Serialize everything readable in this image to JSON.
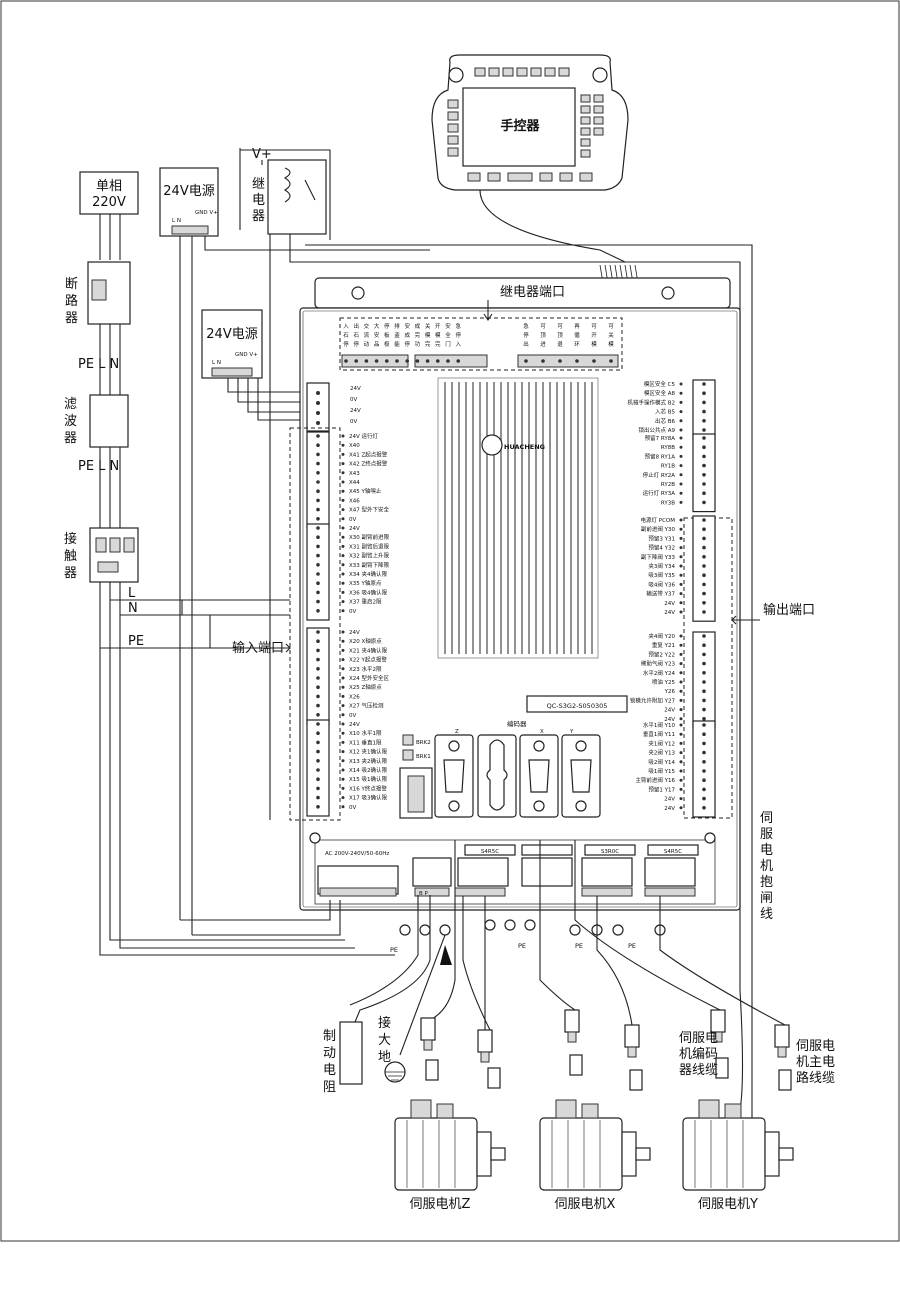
{
  "labels": {
    "pendant": "手控器",
    "single_phase_line1": "单相",
    "single_phase_line2": "220V",
    "psu_24v_top": "24V电源",
    "psu_24v_top_pins1": "GND V+",
    "psu_24v_top_pins2": "L N",
    "psu_24v_mid": "24V电源",
    "psu_24v_mid_pins1": "GND V+",
    "psu_24v_mid_pins2": "L N",
    "v_plus": "V+",
    "relay": [
      "继",
      "电",
      "器"
    ],
    "breaker": [
      "断",
      "路",
      "器"
    ],
    "filter": [
      "滤",
      "波",
      "器"
    ],
    "contactor": [
      "接",
      "触",
      "器"
    ],
    "pe_l_n_1": "PE  L  N",
    "pe_l_n_2": "PE  L  N",
    "line_L": "L",
    "line_N": "N",
    "line_PE": "PE",
    "relay_port": "继电器端口",
    "input_port": "输入端口",
    "output_port": "输出端口",
    "brand": "HUACHENG",
    "model": "QC-S3G2-S050305",
    "encoder": "编码器",
    "ac_input": "AC 200V-240V/50-60Hz",
    "br_label": "B  P",
    "brake_resistor": [
      "制",
      "动",
      "电",
      "阻"
    ],
    "ground": [
      "接",
      "大",
      "地"
    ],
    "servo_brake_line": [
      "伺",
      "服",
      "电",
      "机",
      "抱",
      "闸",
      "线"
    ],
    "encoder_cable": [
      "伺服电",
      "机编码",
      "器线缆"
    ],
    "main_cable": [
      "伺服电",
      "机主电",
      "路线缆"
    ],
    "motor_z": "伺服电机Z",
    "motor_x": "伺服电机X",
    "motor_y": "伺服电机Y",
    "pe_marks": [
      "PE",
      "PE",
      "PE",
      "PE"
    ],
    "drive_labels": [
      "S4R5C",
      "S3R0C",
      "S4R5C"
    ],
    "axis_labels": [
      "Z",
      "X",
      "Y"
    ],
    "brk_labels": [
      "BRK2",
      "BRK1"
    ]
  },
  "top_relay_cols": [
    "入\n石\n停",
    "出\n石\n停",
    "交\n流\n动",
    "大\n安\n品",
    "停\n板\n极",
    "排\n盗\n能",
    "安\n成\n停",
    "成\n完\n功",
    "关\n模\n完",
    "开\n模\n完",
    "安\n全\n门",
    "急\n停\n入"
  ],
  "top_relay_cols_right": [
    "急\n停\n出",
    "可\n顶\n进",
    "可\n顶\n退",
    "再\n循\n环",
    "可\n开\n模",
    "可\n关\n模"
  ],
  "power_pins": [
    "24V",
    "0V",
    "24V",
    "0V"
  ],
  "input_group1": [
    "24V 运行灯",
    "X40",
    "X41 Z起点报警",
    "X42 Z终点报警",
    "X43",
    "X44",
    "X45 Y轴嘿止",
    "X46",
    "X47 型外下安全",
    "0V"
  ],
  "input_group2": [
    "24V",
    "X30 副臂前进限",
    "X31 副臂后退限",
    "X32 副臂上升限",
    "X33 副臂下降限",
    "X34 夹4确认限",
    "X35 Y轴原点",
    "X36 吸4确认限",
    "X37 重启2限",
    "0V"
  ],
  "input_group3": [
    "24V",
    "X20 X轴原点",
    "X21 夹4确认限",
    "X22 Y起点报警",
    "X23 水平2限",
    "X24 型外安全区",
    "X25 Z轴原点",
    "X26",
    "X27 气压检测",
    "0V"
  ],
  "input_group4": [
    "24V",
    "X10 水平1限",
    "X11 垂直1限",
    "X12 夹1确认限",
    "X13 夹2确认限",
    "X14 吸2确认限",
    "X15 吸1确认限",
    "X16 Y终点报警",
    "X17 吸3确认限",
    "0V"
  ],
  "output_group1": [
    "模区安全 C5",
    "模区安全 A8",
    "机械手操作模式 B2",
    "入芯 B5",
    "出芯 B6",
    "锁出公共点 A9"
  ],
  "output_group2": [
    "预留7 RY8A",
    "RY8B",
    "预留8 RY1A",
    "RY1B",
    "停止灯 RY2A",
    "RY2B",
    "运行灯 RY3A",
    "RY3B"
  ],
  "output_group3": [
    "电源灯 PCOM",
    "副前进阀 Y30",
    "预留3 Y31",
    "预留4 Y32",
    "副下降阀 Y33",
    "夹3阀 Y34",
    "吸3阀 Y35",
    "吸4阀 Y36",
    "输送带 Y37",
    "24V",
    "24V"
  ],
  "output_group4": [
    "夹4阀 Y20",
    "重复 Y21",
    "预留2 Y22",
    "稀助气阀 Y23",
    "水平2阀 Y24",
    "喷油 Y25",
    "Y26",
    "锁模允许附加 Y27",
    "24V",
    "24V"
  ],
  "output_group5": [
    "水平1阀 Y10",
    "垂直1阀 Y11",
    "夹1阀 Y12",
    "夹2阀 Y13",
    "吸2阀 Y14",
    "吸1阀 Y15",
    "主臂前进阀 Y16",
    "预留1 Y17",
    "24V",
    "24V"
  ]
}
